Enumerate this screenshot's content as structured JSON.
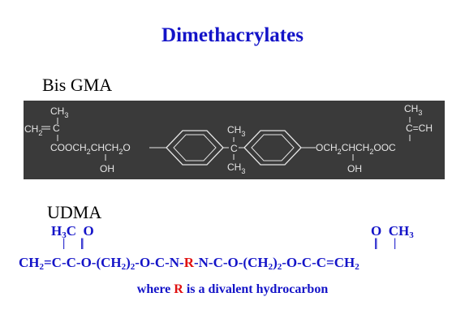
{
  "title": "Dimethacrylates",
  "bis_gma": {
    "label": "Bis GMA",
    "left": {
      "ch3": "CH",
      "ch2": "CH",
      "c": "C",
      "coo": "COOCH",
      "chch": "CHCH",
      "o": "O",
      "oh": "OH"
    },
    "center": {
      "ch3_top": "CH",
      "c": "C",
      "ch3_bottom": "CH"
    },
    "right": {
      "ch3": "CH",
      "c_ch": "C=CH",
      "och": "OCH",
      "chch": "CHCH",
      "ooc": "OOC",
      "oh": "OH"
    },
    "subs": {
      "three": "3",
      "two": "2"
    }
  },
  "udma": {
    "label": "UDMA",
    "left_top": {
      "h": "H",
      "three": "3",
      "c": "C",
      "o": "O"
    },
    "right_top": {
      "o": "O",
      "ch": "CH",
      "three": "3"
    },
    "main": {
      "p1": "CH",
      "s1": "2",
      "p2": "=C-C-O-(CH",
      "s2": "2",
      "p3": ")",
      "s3": "2",
      "p4": "-O-C-N-",
      "r": "R",
      "p5": "-N-C-O-(CH",
      "s4": "2",
      "p6": ")",
      "s5": "2",
      "p7": "-O-C-C=CH",
      "s6": "2"
    },
    "caption": {
      "pre": "where ",
      "r": "R",
      "post": " is a divalent hydrocarbon"
    }
  },
  "colors": {
    "blue": "#1414c8",
    "red": "#e01010",
    "panel": "#3a3a3a",
    "panel_text": "#e6e6e6"
  }
}
